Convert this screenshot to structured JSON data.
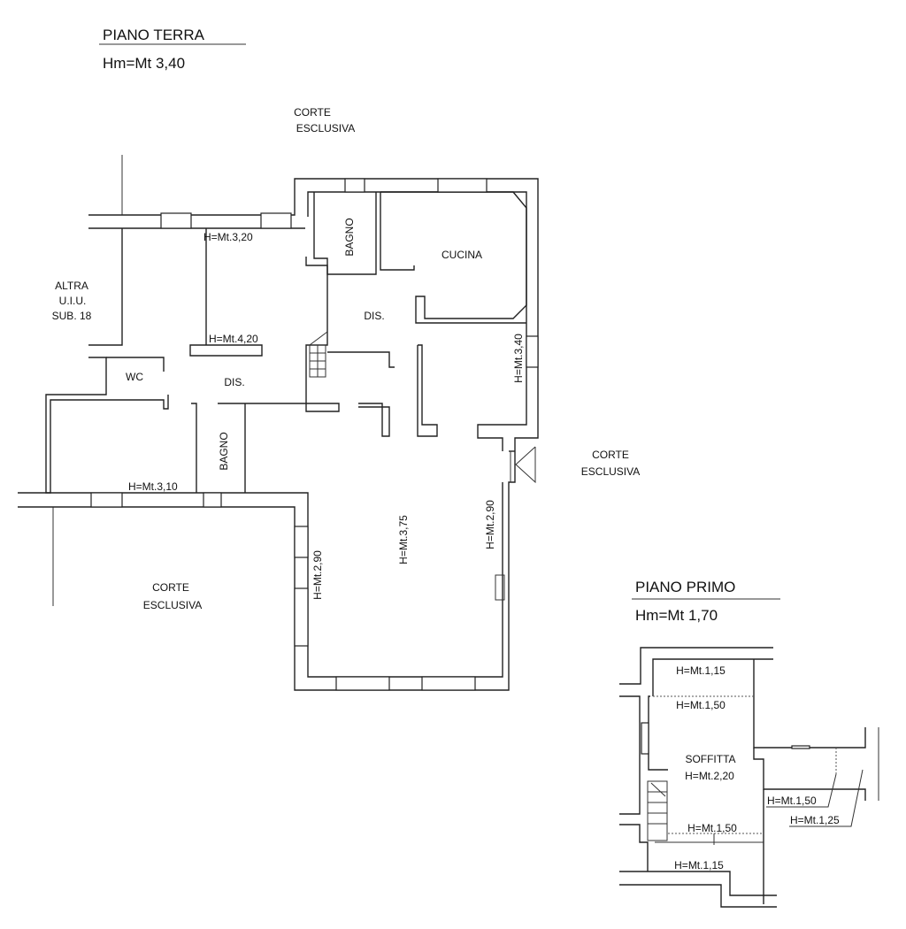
{
  "ground_floor": {
    "title": "PIANO TERRA",
    "height": "Hm=Mt 3,40",
    "labels": {
      "corte_top_1": "CORTE",
      "corte_top_2": "ESCLUSIVA",
      "corte_right_1": "CORTE",
      "corte_right_2": "ESCLUSIVA",
      "corte_bottom_1": "CORTE",
      "corte_bottom_2": "ESCLUSIVA",
      "altra_1": "ALTRA",
      "altra_2": "U.I.U.",
      "altra_3": "SUB. 18",
      "wc": "WC",
      "bagno_top": "BAGNO",
      "bagno_bottom": "BAGNO",
      "cucina": "CUCINA",
      "dis_1": "DIS.",
      "dis_2": "DIS.",
      "h_320": "H=Mt.3,20",
      "h_420": "H=Mt.4,20",
      "h_340": "H=Mt.3,40",
      "h_310": "H=Mt.3,10",
      "h_375": "H=Mt.3,75",
      "h_290_left": "H=Mt.2,90",
      "h_290_right": "H=Mt.2,90"
    }
  },
  "first_floor": {
    "title": "PIANO PRIMO",
    "height": "Hm=Mt 1,70",
    "labels": {
      "soffitta": "SOFFITTA",
      "h_220": "H=Mt.2,20",
      "h_115_top": "H=Mt.1,15",
      "h_150_top": "H=Mt.1,50",
      "h_150_mid": "H=Mt.1,50",
      "h_150_right": "H=Mt.1,50",
      "h_125_right": "H=Mt.1,25",
      "h_115_bottom": "H=Mt.1,15"
    }
  }
}
